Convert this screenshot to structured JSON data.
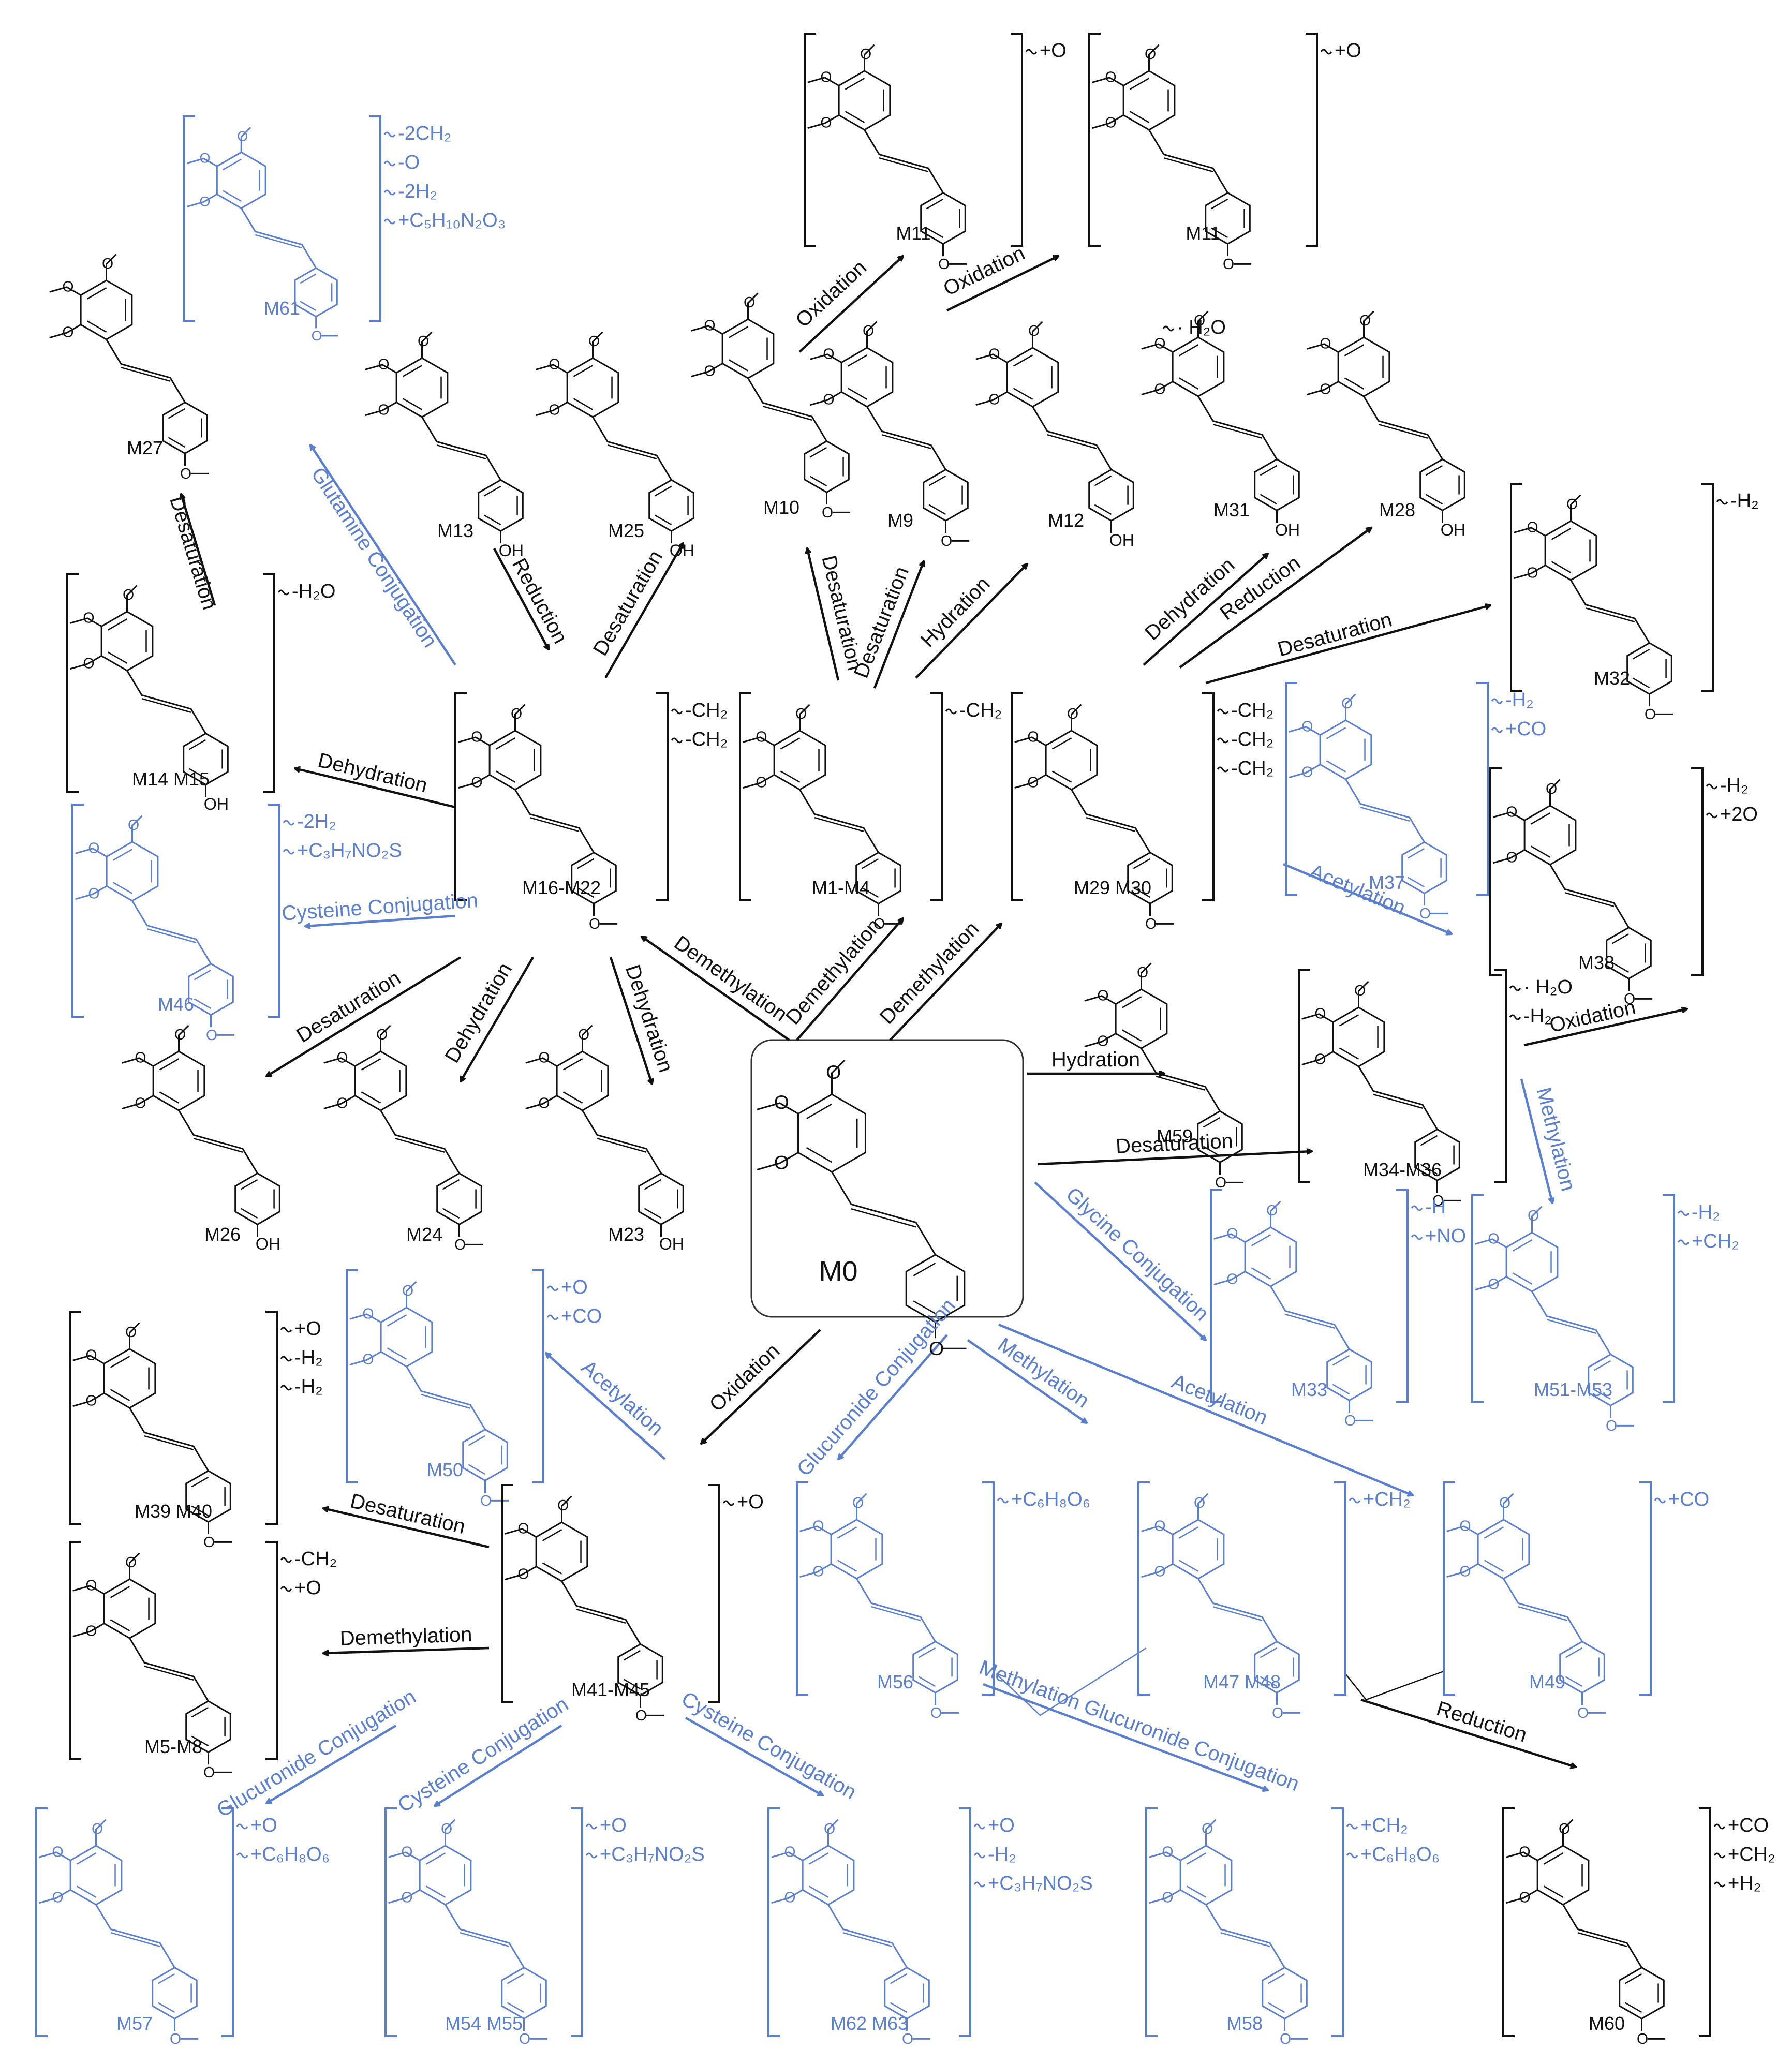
{
  "colors": {
    "black": "#111111",
    "blue": "#5b7fcf",
    "hub_border": "#333333"
  },
  "hub": {
    "id": "M0",
    "label": "M0"
  },
  "molecules": [
    {
      "id": "M61",
      "label": "M61",
      "color": "blue",
      "bracket": true,
      "mods": [
        "-2CH₂",
        "-O",
        "-2H₂",
        "+C₅H₁₀N₂O₃"
      ]
    },
    {
      "id": "M11a",
      "label": "M11",
      "color": "black",
      "bracket": true,
      "mods": [
        "+O"
      ]
    },
    {
      "id": "M11b",
      "label": "M11",
      "color": "black",
      "bracket": true,
      "mods": [
        "+O"
      ]
    },
    {
      "id": "M27",
      "label": "M27",
      "color": "black",
      "bracket": false,
      "mods": []
    },
    {
      "id": "M13",
      "label": "M13",
      "color": "black",
      "bracket": false,
      "mods": [],
      "tail": "OH"
    },
    {
      "id": "M25",
      "label": "M25",
      "color": "black",
      "bracket": false,
      "mods": [],
      "tail": "OH"
    },
    {
      "id": "M10",
      "label": "M10",
      "color": "black",
      "bracket": false,
      "mods": []
    },
    {
      "id": "M9",
      "label": "M9",
      "color": "black",
      "bracket": false,
      "mods": []
    },
    {
      "id": "M12",
      "label": "M12",
      "color": "black",
      "bracket": false,
      "mods": [
        "· H₂O"
      ],
      "tail": "OH"
    },
    {
      "id": "M31",
      "label": "M31",
      "color": "black",
      "bracket": false,
      "mods": [],
      "tail": "OH"
    },
    {
      "id": "M28",
      "label": "M28",
      "color": "black",
      "bracket": false,
      "mods": [],
      "tail": "OH"
    },
    {
      "id": "M32",
      "label": "M32",
      "color": "black",
      "bracket": true,
      "mods": [
        "-H₂"
      ]
    },
    {
      "id": "M14",
      "label": "M14 M15",
      "color": "black",
      "bracket": true,
      "mods": [
        "-H₂O"
      ],
      "tail": "OH"
    },
    {
      "id": "M16",
      "label": "M16-M22",
      "color": "black",
      "bracket": true,
      "mods": [
        "-CH₂",
        "-CH₂"
      ]
    },
    {
      "id": "M1",
      "label": "M1-M4",
      "color": "black",
      "bracket": true,
      "mods": [
        "-CH₂"
      ]
    },
    {
      "id": "M29",
      "label": "M29 M30",
      "color": "black",
      "bracket": true,
      "mods": [
        "-CH₂",
        "-CH₂",
        "-CH₂"
      ]
    },
    {
      "id": "M37",
      "label": "M37",
      "color": "blue",
      "bracket": true,
      "mods": [
        "-H₂",
        "+CO"
      ]
    },
    {
      "id": "M38",
      "label": "M38",
      "color": "black",
      "bracket": true,
      "mods": [
        "-H₂",
        "+2O"
      ]
    },
    {
      "id": "M46",
      "label": "M46",
      "color": "blue",
      "bracket": true,
      "mods": [
        "-2H₂",
        "+C₃H₇NO₂S"
      ]
    },
    {
      "id": "M59",
      "label": "M59",
      "color": "black",
      "bracket": false,
      "mods": []
    },
    {
      "id": "M34",
      "label": "M34-M36",
      "color": "black",
      "bracket": true,
      "mods": [
        "· H₂O",
        "-H₂"
      ]
    },
    {
      "id": "M26",
      "label": "M26",
      "color": "black",
      "bracket": false,
      "mods": [],
      "tail": "OH"
    },
    {
      "id": "M24",
      "label": "M24",
      "color": "black",
      "bracket": false,
      "mods": []
    },
    {
      "id": "M23",
      "label": "M23",
      "color": "black",
      "bracket": false,
      "mods": [],
      "tail": "OH"
    },
    {
      "id": "M33",
      "label": "M33",
      "color": "blue",
      "bracket": true,
      "mods": [
        "-H",
        "+NO"
      ]
    },
    {
      "id": "M51",
      "label": "M51-M53",
      "color": "blue",
      "bracket": true,
      "mods": [
        "-H₂",
        "+CH₂"
      ]
    },
    {
      "id": "M39",
      "label": "M39 M40",
      "color": "black",
      "bracket": true,
      "mods": [
        "+O",
        "-H₂",
        "-H₂"
      ]
    },
    {
      "id": "M50",
      "label": "M50",
      "color": "blue",
      "bracket": true,
      "mods": [
        "+O",
        "+CO"
      ]
    },
    {
      "id": "M5",
      "label": "M5-M8",
      "color": "black",
      "bracket": true,
      "mods": [
        "-CH₂",
        "+O"
      ]
    },
    {
      "id": "M41",
      "label": "M41-M45",
      "color": "black",
      "bracket": true,
      "mods": [
        "+O"
      ]
    },
    {
      "id": "M56",
      "label": "M56",
      "color": "blue",
      "bracket": true,
      "mods": [
        "+C₆H₈O₆"
      ]
    },
    {
      "id": "M47",
      "label": "M47 M48",
      "color": "blue",
      "bracket": true,
      "mods": [
        "+CH₂"
      ]
    },
    {
      "id": "M49",
      "label": "M49",
      "color": "blue",
      "bracket": true,
      "mods": [
        "+CO"
      ]
    },
    {
      "id": "M57",
      "label": "M57",
      "color": "blue",
      "bracket": true,
      "mods": [
        "+O",
        "+C₆H₈O₆"
      ]
    },
    {
      "id": "M54",
      "label": "M54 M55",
      "color": "blue",
      "bracket": true,
      "mods": [
        "+O",
        "+C₃H₇NO₂S"
      ]
    },
    {
      "id": "M62",
      "label": "M62 M63",
      "color": "blue",
      "bracket": true,
      "mods": [
        "+O",
        "-H₂",
        "+C₃H₇NO₂S"
      ]
    },
    {
      "id": "M58",
      "label": "M58",
      "color": "blue",
      "bracket": true,
      "mods": [
        "+CH₂",
        "+C₆H₈O₆"
      ]
    },
    {
      "id": "M60",
      "label": "M60",
      "color": "black",
      "bracket": true,
      "mods": [
        "+CO",
        "+CH₂",
        "+H₂"
      ]
    }
  ],
  "reactions": [
    {
      "id": "r1",
      "label": "Oxidation",
      "color": "black"
    },
    {
      "id": "r2",
      "label": "Oxidation",
      "color": "black"
    },
    {
      "id": "r3",
      "label": "Desaturation",
      "color": "black"
    },
    {
      "id": "r4",
      "label": "Glutamine Conjugation",
      "color": "blue"
    },
    {
      "id": "r5",
      "label": "Reduction",
      "color": "black"
    },
    {
      "id": "r6",
      "label": "Desaturation",
      "color": "black"
    },
    {
      "id": "r7",
      "label": "Desaturation",
      "color": "black"
    },
    {
      "id": "r8",
      "label": "Desaturation",
      "color": "black"
    },
    {
      "id": "r9",
      "label": "Hydration",
      "color": "black"
    },
    {
      "id": "r10",
      "label": "Dehydration",
      "color": "black"
    },
    {
      "id": "r11",
      "label": "Reduction",
      "color": "black"
    },
    {
      "id": "r12",
      "label": "Desaturation",
      "color": "black"
    },
    {
      "id": "r13",
      "label": "Dehydration",
      "color": "black"
    },
    {
      "id": "r14",
      "label": "Cysteine Conjugation",
      "color": "blue"
    },
    {
      "id": "r15",
      "label": "Desaturation",
      "color": "black"
    },
    {
      "id": "r16",
      "label": "Dehydration",
      "color": "black"
    },
    {
      "id": "r17",
      "label": "Dehydration",
      "color": "black"
    },
    {
      "id": "r18",
      "label": "Demethylation",
      "color": "black"
    },
    {
      "id": "r19",
      "label": "Demethylation",
      "color": "black"
    },
    {
      "id": "r20",
      "label": "Demethylation",
      "color": "black"
    },
    {
      "id": "r21",
      "label": "Acetylation",
      "color": "blue"
    },
    {
      "id": "r22",
      "label": "Hydration",
      "color": "black"
    },
    {
      "id": "r23",
      "label": "Oxidation",
      "color": "black"
    },
    {
      "id": "r24",
      "label": "Desaturation",
      "color": "black"
    },
    {
      "id": "r25",
      "label": "Methylation",
      "color": "blue"
    },
    {
      "id": "r26",
      "label": "Glycine Conjugation",
      "color": "blue"
    },
    {
      "id": "r27",
      "label": "Oxidation",
      "color": "black"
    },
    {
      "id": "r28",
      "label": "Glucuronide Conjugation",
      "color": "blue"
    },
    {
      "id": "r29",
      "label": "Methylation",
      "color": "blue"
    },
    {
      "id": "r30",
      "label": "Acetylation",
      "color": "blue"
    },
    {
      "id": "r31",
      "label": "Acetylation",
      "color": "blue"
    },
    {
      "id": "r32",
      "label": "Desaturation",
      "color": "black"
    },
    {
      "id": "r33",
      "label": "Demethylation",
      "color": "black"
    },
    {
      "id": "r34",
      "label": "Glucuronide Conjugation",
      "color": "blue"
    },
    {
      "id": "r35",
      "label": "Cysteine Conjugation",
      "color": "blue"
    },
    {
      "id": "r36",
      "label": "Cysteine Conjugation",
      "color": "blue"
    },
    {
      "id": "r37",
      "label": "Methylation Glucuronide Conjugation",
      "color": "blue"
    },
    {
      "id": "r38",
      "label": "Reduction",
      "color": "black"
    }
  ]
}
